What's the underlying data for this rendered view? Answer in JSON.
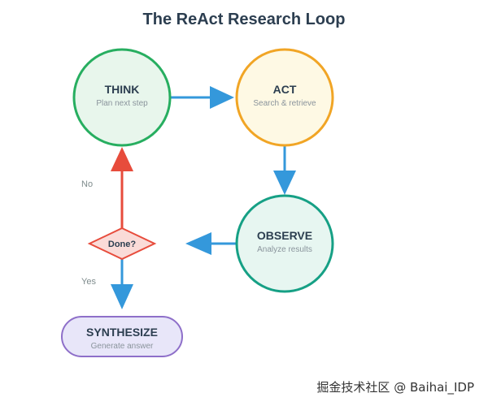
{
  "title": "The ReAct Research Loop",
  "nodes": {
    "think": {
      "label": "THINK",
      "sublabel": "Plan next step",
      "fill": "#e8f6ec",
      "stroke": "#27ae60"
    },
    "act": {
      "label": "ACT",
      "sublabel": "Search & retrieve",
      "fill": "#fef9e4",
      "stroke": "#f1a525"
    },
    "observe": {
      "label": "OBSERVE",
      "sublabel": "Analyze results",
      "fill": "#e7f6f1",
      "stroke": "#16a085"
    },
    "decision": {
      "label": "Done?",
      "fill": "#fadbd8",
      "stroke": "#e74c3c"
    },
    "synthesize": {
      "label": "SYNTHESIZE",
      "sublabel": "Generate answer",
      "fill": "#e8e6f9",
      "stroke": "#8e6fc9"
    }
  },
  "edges": {
    "no_label": "No",
    "yes_label": "Yes"
  },
  "colors": {
    "arrow_blue": "#3498db",
    "arrow_red": "#e74c3c",
    "title": "#2c3e50"
  },
  "watermark": "掘金技术社区 @ Baihai_IDP"
}
